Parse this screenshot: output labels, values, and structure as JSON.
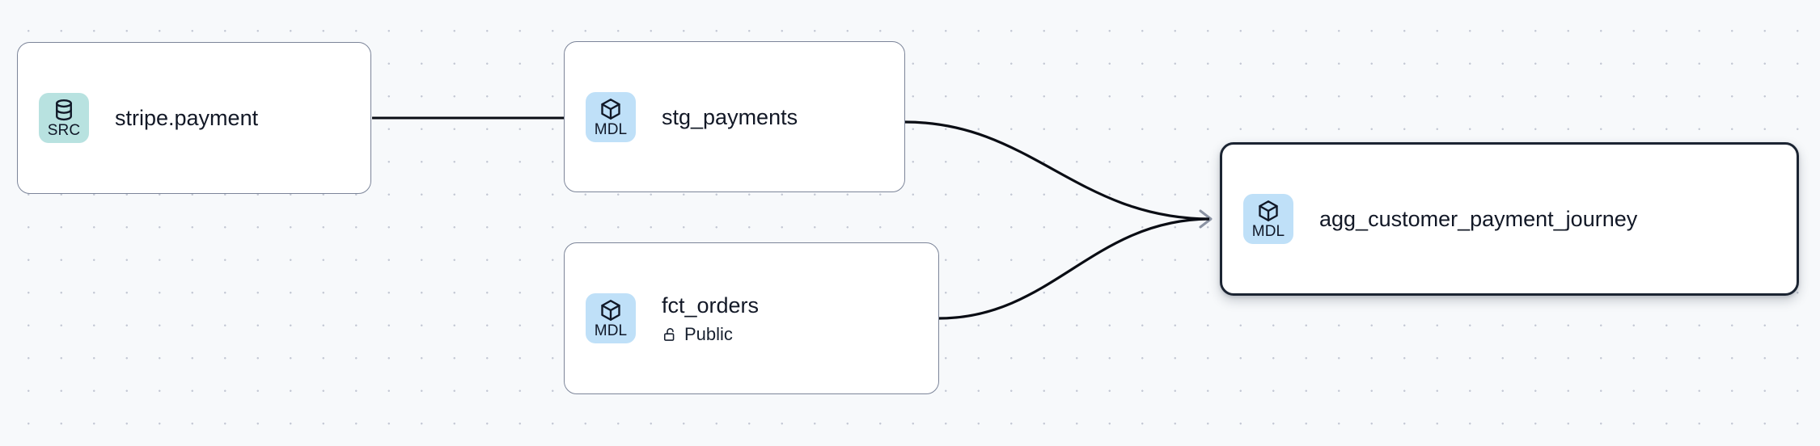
{
  "canvas": {
    "background_color": "#f7f9fb",
    "grid_dot_color": "#c3c8d4",
    "edge_color": "#0a0d14",
    "arrow_color": "#8b93a3",
    "selected_border_color": "#1b2432",
    "node_border_color": "#7c8599"
  },
  "nodes": [
    {
      "id": "stripe-payment",
      "title": "stripe.payment",
      "badge_label": "SRC",
      "badge_icon": "database-icon",
      "badge_color": "#b8e2e0",
      "selected": false,
      "subtitle": null,
      "subtitle_icon": null
    },
    {
      "id": "stg-payments",
      "title": "stg_payments",
      "badge_label": "MDL",
      "badge_icon": "cube-icon",
      "badge_color": "#bfe0f8",
      "selected": false,
      "subtitle": null,
      "subtitle_icon": null
    },
    {
      "id": "fct-orders",
      "title": "fct_orders",
      "badge_label": "MDL",
      "badge_icon": "cube-icon",
      "badge_color": "#bfe0f8",
      "selected": false,
      "subtitle": "Public",
      "subtitle_icon": "unlock-icon"
    },
    {
      "id": "agg-customer-payment-journey",
      "title": "agg_customer_payment_journey",
      "badge_label": "MDL",
      "badge_icon": "cube-icon",
      "badge_color": "#bfe0f8",
      "selected": true,
      "subtitle": null,
      "subtitle_icon": null
    }
  ],
  "edges": [
    {
      "id": "e1",
      "from": "stripe-payment",
      "to": "stg-payments",
      "style": "straight",
      "arrow": true
    },
    {
      "id": "e2",
      "from": "stg-payments",
      "to": "agg-customer-payment-journey",
      "style": "bezier",
      "arrow": true
    },
    {
      "id": "e3",
      "from": "fct-orders",
      "to": "agg-customer-payment-journey",
      "style": "bezier",
      "arrow": true
    }
  ]
}
